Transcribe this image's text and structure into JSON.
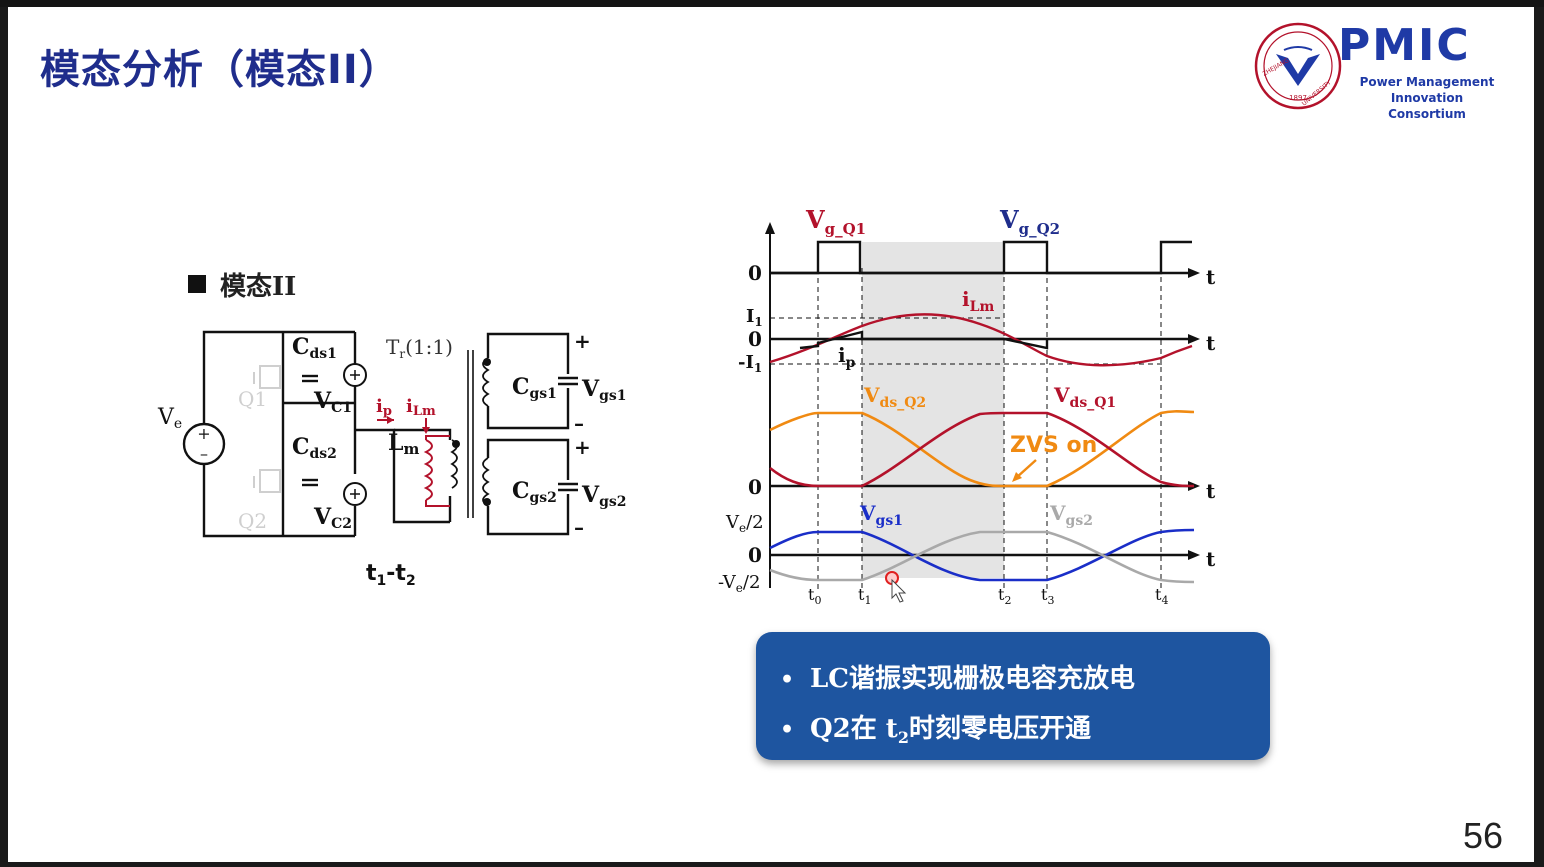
{
  "slide": {
    "title": "模态分析（模态II）",
    "page_number": "56"
  },
  "logo": {
    "brand": "PMIC",
    "subtitle_line1": "Power Management",
    "subtitle_line2": "Innovation Consortium",
    "seal_text": "ZHEJIANG UNIVERSITY",
    "seal_year": "1897"
  },
  "section": {
    "heading": "模态II"
  },
  "circuit": {
    "caption_main": "t",
    "caption_sub1": "1",
    "caption_dash": "-t",
    "caption_sub2": "2",
    "labels": {
      "ve": "V",
      "ve_sub": "e",
      "cds1": "C",
      "cds1_sub": "ds1",
      "cds2": "C",
      "cds2_sub": "ds2",
      "vc1": "V",
      "vc1_sub": "C1",
      "vc2": "V",
      "vc2_sub": "C2",
      "q1": "Q1",
      "q2": "Q2",
      "tr": "T",
      "tr_sub": "r",
      "tr_ratio": "(1:1)",
      "ip": "i",
      "ip_sub": "p",
      "ilm": "i",
      "ilm_sub": "Lm",
      "lm": "L",
      "lm_sub": "m",
      "cgs1": "C",
      "cgs1_sub": "gs1",
      "cgs2": "C",
      "cgs2_sub": "gs2",
      "vgs1": "V",
      "vgs1_sub": "gs1",
      "vgs2": "V",
      "vgs2_sub": "gs2",
      "plus": "+",
      "minus": "–"
    },
    "colors": {
      "current": "#b3122b",
      "ghost": "#c8c8c8",
      "wire": "#111111"
    }
  },
  "waveform": {
    "axis_t": "t",
    "zero": "0",
    "i1": "I",
    "i1_sub": "1",
    "neg_i1": "-I",
    "neg_i1_sub": "1",
    "half_ve": "V",
    "half_ve_sub": "e",
    "half_suffix": "/2",
    "neg_half_ve": "-V",
    "vg_q1": "V",
    "vg_q1_sub": "g_Q1",
    "vg_q2": "V",
    "vg_q2_sub": "g_Q2",
    "ilm": "i",
    "ilm_sub": "Lm",
    "ip": "i",
    "ip_sub": "p",
    "vds_q2": "V",
    "vds_q2_sub": "ds_Q2",
    "vds_q1": "V",
    "vds_q1_sub": "ds_Q1",
    "zvs": "ZVS on",
    "vgs1": "V",
    "vgs1_sub": "gs1",
    "vgs2": "V",
    "vgs2_sub": "gs2",
    "time_ticks": [
      {
        "t": "t",
        "sub": "0"
      },
      {
        "t": "t",
        "sub": "1"
      },
      {
        "t": "t",
        "sub": "2"
      },
      {
        "t": "t",
        "sub": "3"
      },
      {
        "t": "t",
        "sub": "4"
      }
    ],
    "colors": {
      "red": "#b3122b",
      "orange": "#f08a12",
      "blue": "#1a2ec8",
      "gray": "#a9a9a9",
      "shade": "#e4e4e4",
      "label_red": "#b3122b",
      "label_blue": "#1f2d8c"
    }
  },
  "callout": {
    "items": [
      {
        "text": "LC谐振实现栅极电容充放电"
      },
      {
        "text_pre": "Q2在 t",
        "sub": "2",
        "text_post": "时刻零电压开通"
      }
    ],
    "bullet": "•",
    "color": "#1e55a0"
  }
}
